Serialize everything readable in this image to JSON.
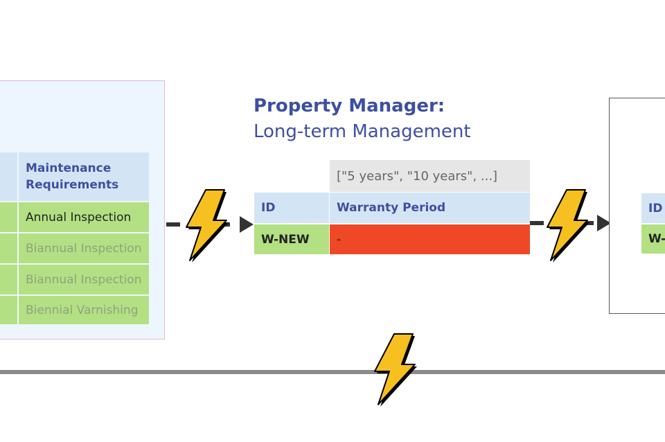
{
  "left_table": {
    "header": "Maintenance Requirements",
    "rows": [
      "Annual Inspection",
      "Biannual Inspection",
      "Biannual Inspection",
      "Biennial Varnishing"
    ]
  },
  "middle": {
    "title_bold": "Property Manager:",
    "title_sub": "Long-term Management",
    "options_hint": "[\"5 years\", \"10 years\", ...]",
    "id_header": "ID",
    "period_header": "Warranty Period",
    "row_id": "W-NEW",
    "row_value": "-"
  },
  "right_table": {
    "id_header": "ID",
    "row_id": "W-"
  },
  "colors": {
    "header_blue": "#d3e5f5",
    "header_text": "#3d4fa0",
    "green": "#b3e082",
    "error_red": "#ee4826",
    "bolt_yellow": "#f7c021",
    "hint_gray": "#e6e6e6"
  },
  "icons": [
    "lightning-bolt-icon",
    "arrow-right-icon"
  ]
}
